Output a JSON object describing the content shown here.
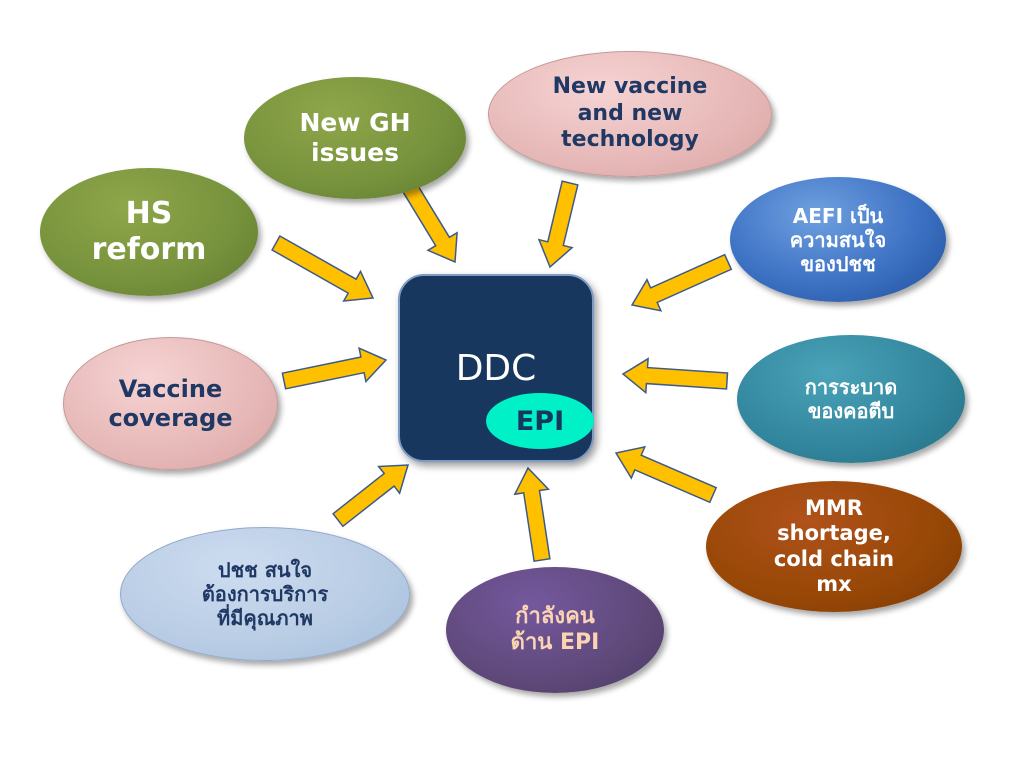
{
  "center": {
    "title": "DDC",
    "badge": "EPI"
  },
  "nodes": [
    {
      "id": "hs-reform",
      "text": "HS\nreform"
    },
    {
      "id": "new-gh-issues",
      "text": "New GH\nissues"
    },
    {
      "id": "new-vaccine",
      "text": "New vaccine\nand new\ntechnology"
    },
    {
      "id": "aefi",
      "text": "AEFI เป็น\nความสนใจ\nของปชช"
    },
    {
      "id": "diphtheria",
      "text": "การระบาด\nของคอตีบ"
    },
    {
      "id": "mmr-shortage",
      "text": "MMR\nshortage,\ncold chain\nmx"
    },
    {
      "id": "epi-workforce",
      "text": "กำลังคน\nด้าน EPI"
    },
    {
      "id": "public-service",
      "text": "ปชช สนใจ\nต้องการบริการ\nที่มีคุณภาพ"
    },
    {
      "id": "vaccine-coverage",
      "text": "Vaccine\ncoverage"
    }
  ],
  "colors": {
    "arrow_fill": "#ffc000",
    "arrow_outline": "#3d5a8a",
    "center_box": "#17375e",
    "badge": "#00f0c8"
  }
}
